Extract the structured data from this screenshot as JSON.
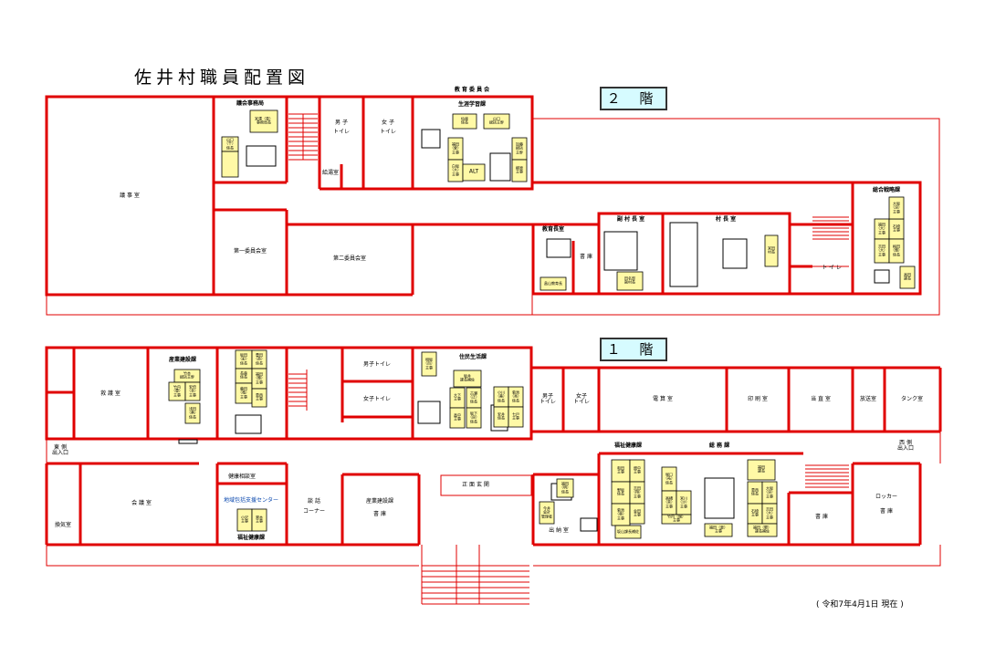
{
  "title": "佐井村職員配置図",
  "as_of": "( 令和7年4月1日 現在 )",
  "floors": [
    {
      "label": "２ 階"
    },
    {
      "label": "１ 階"
    }
  ],
  "rooms2": {
    "gijo": "議 事 室",
    "gikai": "議会事務局",
    "boys_t": "男 子\nトイレ",
    "girls_t": "女 子\nトイレ",
    "kyuto": "給湯室",
    "kyoiku_iinkai": "教 育 委 員 会",
    "shogai": "生涯学習課",
    "iin1": "第一委員会室",
    "iin2": "第二委員会室",
    "kyoikucho": "教育長室",
    "shoko2": "書 庫",
    "fukuson": "副 村 長 室",
    "soncho": "村 長 室",
    "toilet2": "ト イ レ",
    "sogo": "総合戦略課"
  },
  "rooms1": {
    "sangyo": "産業建設課",
    "jumin": "住民生活課",
    "boys_t": "男子トイレ",
    "girls_t": "女子トイレ",
    "kyugo": "救 護 室",
    "boys_t2": "男子\nトイレ",
    "girls_t2": "女子\nトイレ",
    "denki": "電 算 室",
    "insatsu": "印 刷 室",
    "tochoku": "当 直 室",
    "hoso": "放送室",
    "tank": "タンク室",
    "higashi": "東 側\n出入口",
    "nishi": "西 側\n出入口",
    "kaigi": "会 議 室",
    "kanki": "換気室",
    "kenko_sodan": "健康相談室",
    "chiiki": "地域包括支援センター",
    "fukushi_kenko": "福祉健康課",
    "danwa": "談 話\nコーナー",
    "sangyo_shoko": "産業建設課",
    "shoko1": "書 庫",
    "shomen": "正 面 玄 関",
    "suito": "出 納 室",
    "fukushi2": "福祉健康課",
    "somu": "総 務 課",
    "shoko3": "書 庫",
    "locker": "ロッカー",
    "shoko4": "書 庫"
  },
  "desks": {
    "g1": "宮澤（青）\n事務局長",
    "g2": "山口\n（千）\n係長",
    "e1": "仙座\n係長",
    "e2": "山口\n総括主幹",
    "e3": "福田\n（愛）\n主事",
    "e4": "加藤\n総括\n主幹",
    "e5": "白坂\n（大）\n主事",
    "e6": "ALT",
    "e7": "柳原\n主事",
    "k1": "畠山教育長",
    "v1": "田名部\n副村長",
    "m1": "宮田\n村長",
    "s1": "大坂\n（涼）\n主事",
    "s2": "福田\n（大）\n主事",
    "s3": "石崎\n主事",
    "s4": "吉田\n（大）\n主事",
    "s5": "高田\n課長",
    "s6": "梅田\n（雅）\n係長",
    "sa1": "竹本\n総括主幹",
    "sa2": "竹内\n（豊）\n主事",
    "sa3": "安倍\n（幸）\n主事",
    "sa4": "浅田\n（勇）\n係長",
    "sa5": "坂田\n（彩）\n係長",
    "sa6": "豊田\n（英）\n係長",
    "j1": "長森\n係長",
    "j2": "坂井\n課長補佐",
    "j3": "福田\n（雅）\n主事",
    "j4": "藤田\n（竜）\n主事",
    "j5": "葛西\n主事",
    "j6": "相坂\n（百）\n主事",
    "j7": "大下\n主事",
    "j8": "古瀬\n（正）\n係長",
    "j9": "畠中\n主事",
    "h1": "坂下\n（良）\n係長",
    "h2": "小川\n（美）\n係長",
    "f1": "菊池\n（亮）\n係長",
    "f2": "安井\n係長",
    "f3": "七戸\n主事",
    "f4": "小沢\n主事",
    "f5": "鷲本\n主事",
    "f6": "和田\n主事",
    "f7": "畑中\n主事",
    "f8": "野坂\n係長",
    "f9": "坂山課長補佐",
    "so1": "吉田\n（翔）\n主事",
    "so2": "菊池\n（亜）\n主事",
    "so3": "金田\n主事",
    "so4": "竹内（瑠）\n主事",
    "so5": "堀口\n（祐）\n係長",
    "so6": "福田（夏）\n主事",
    "so7": "高橋\n（茉）\n主事",
    "so8": "葛西\n係長",
    "so9": "宮川\n（沙）\n主事",
    "so10": "福田\n課長",
    "so11": "福田（堅）\n課長補佐",
    "n1": "福田\n（明）\n係長",
    "n2": "今井\n会計\n管理者"
  },
  "colors": {
    "wall": "#e00000",
    "desk": "#fff9a6",
    "floor_label_bg": "#d6fbff"
  }
}
